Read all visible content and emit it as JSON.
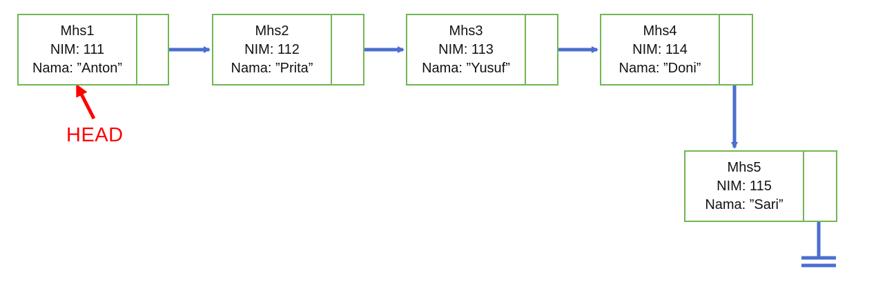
{
  "nodes": [
    {
      "title": "Mhs1",
      "nim": "NIM: 111",
      "nama": "Nama: ”Anton”"
    },
    {
      "title": "Mhs2",
      "nim": "NIM: 112",
      "nama": "Nama: ”Prita”"
    },
    {
      "title": "Mhs3",
      "nim": "NIM: 113",
      "nama": "Nama: ”Yusuf”"
    },
    {
      "title": "Mhs4",
      "nim": "NIM: 114",
      "nama": "Nama: ”Doni”"
    },
    {
      "title": "Mhs5",
      "nim": "NIM: 115",
      "nama": "Nama: ”Sari”"
    }
  ],
  "head_label": "HEAD",
  "colors": {
    "node_border": "#70b653",
    "link_arrow": "#4a6fcf",
    "head": "#ff0000"
  }
}
